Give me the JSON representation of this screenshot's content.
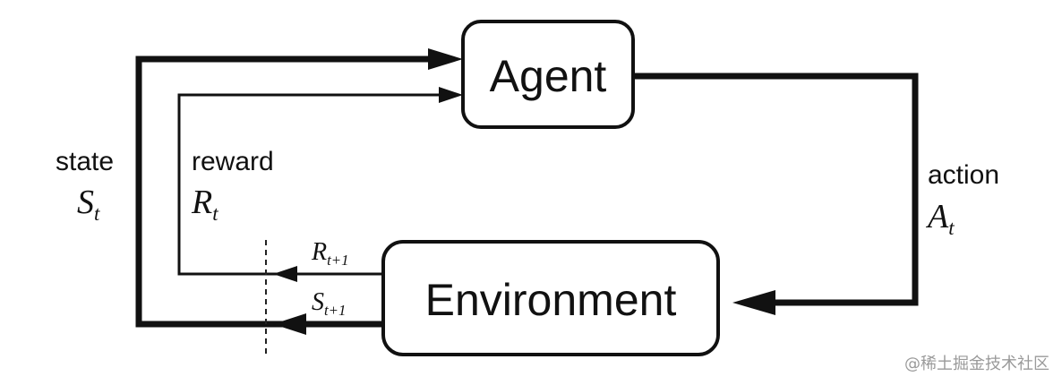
{
  "agent": {
    "label": "Agent"
  },
  "environment": {
    "label": "Environment"
  },
  "state_signal": {
    "word": "state",
    "symbol": "S",
    "subscript": "t"
  },
  "reward_signal": {
    "word": "reward",
    "symbol": "R",
    "subscript": "t"
  },
  "action_signal": {
    "word": "action",
    "symbol": "A",
    "subscript": "t"
  },
  "next_reward": {
    "symbol": "R",
    "subscript": "t+1"
  },
  "next_state": {
    "symbol": "S",
    "subscript": "t+1"
  },
  "watermark": {
    "text": "@稀土掘金技术社区"
  }
}
